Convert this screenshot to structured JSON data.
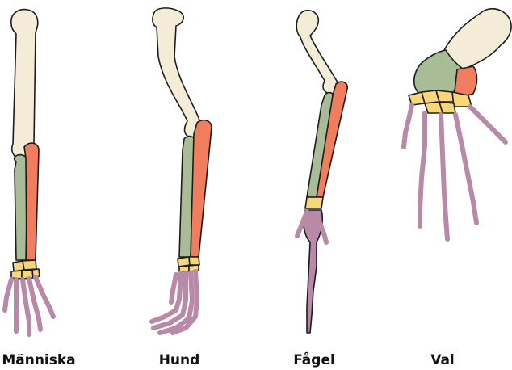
{
  "labels": {
    "human": "Människa",
    "dog": "Hund",
    "bird": "Fågel",
    "whale": "Val"
  },
  "colors": {
    "humerus": "#f4ecd6",
    "ulna": "#a8bc95",
    "radius": "#f07d5e",
    "carpals": "#f7d77a",
    "phalanges": "#b88aa8",
    "outline": "#1c1c1c"
  }
}
